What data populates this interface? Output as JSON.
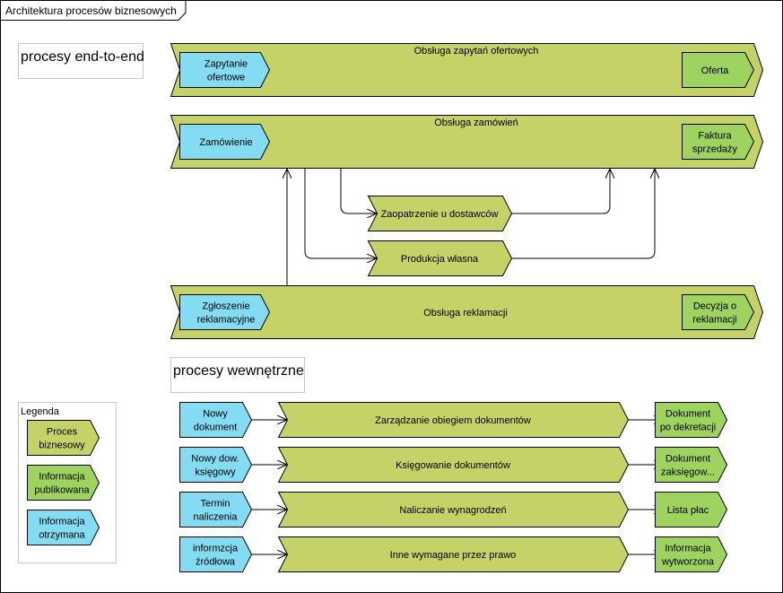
{
  "frame_title": "Architektura procesów biznesowych",
  "sections": {
    "end_to_end": "procesy end-to-end",
    "internal": "procesy wewnętrzne"
  },
  "colors": {
    "process": "#c5d267",
    "info_published": "#9fd35f",
    "info_received": "#84dcf3",
    "stroke": "#000000"
  },
  "e2e": [
    {
      "title": "Obsługa zapytań ofertowych",
      "input": [
        "Zapytanie",
        "ofertowe"
      ],
      "output": [
        "Oferta"
      ]
    },
    {
      "title": "Obsługa zamówień",
      "input": [
        "Zamówienie"
      ],
      "output": [
        "Faktura",
        "sprzedaży"
      ]
    },
    {
      "title": "Obsługa reklamacji",
      "input": [
        "Zgłoszenie",
        "reklamacyjne"
      ],
      "output": [
        "Decyzja o",
        "reklamacji"
      ]
    }
  ],
  "sub_processes": [
    {
      "label": "Zaopatrzenie u dostawców"
    },
    {
      "label": "Produkcja własna"
    }
  ],
  "internal": [
    {
      "input": [
        "Nowy",
        "dokument"
      ],
      "process": "Zarządzanie obiegiem dokumentów",
      "output": [
        "Dokument",
        "po dekretacji"
      ]
    },
    {
      "input": [
        "Nowy dow.",
        "księgowy"
      ],
      "process": "Księgowanie dokumentów",
      "output": [
        "Dokument",
        "zaksięgow..."
      ]
    },
    {
      "input": [
        "Termin",
        "naliczenia"
      ],
      "process": "Naliczanie wynagrodzeń",
      "output": [
        "Lista płac"
      ]
    },
    {
      "input": [
        "informzcja",
        "źródłowa"
      ],
      "process": "Inne wymagane przez prawo",
      "output": [
        "Informacja",
        "wytworzona"
      ]
    }
  ],
  "legend": {
    "title": "Legenda",
    "items": [
      {
        "label": [
          "Proces",
          "biznesowy"
        ],
        "kind": "process"
      },
      {
        "label": [
          "Informacja",
          "publikowana"
        ],
        "kind": "info_published"
      },
      {
        "label": [
          "Informacja",
          "otrzymana"
        ],
        "kind": "info_received"
      }
    ]
  }
}
